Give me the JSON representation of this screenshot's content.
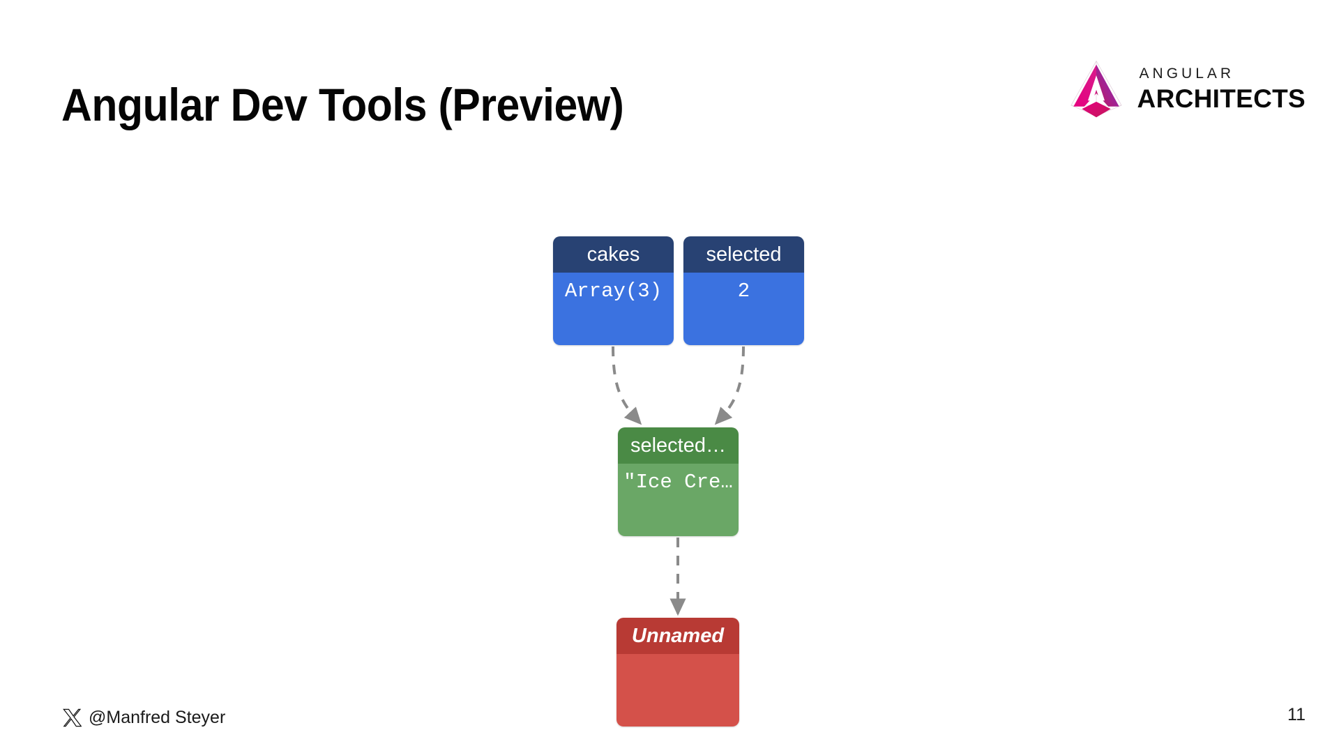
{
  "slide": {
    "title": "Angular Dev Tools (Preview)",
    "page_number": "11"
  },
  "brand": {
    "logo_icon": "angular-architects-logo-icon",
    "line1": "ANGULAR",
    "line2": "ARCHITECTS"
  },
  "footer": {
    "social_icon": "x-twitter-icon",
    "handle": "@Manfred Steyer"
  },
  "graph": {
    "nodes": [
      {
        "id": "cakes",
        "kind": "signal",
        "header": "cakes",
        "value": "Array(3)",
        "header_color": "#284273",
        "body_color": "#3b72e0"
      },
      {
        "id": "selected",
        "kind": "signal",
        "header": "selected",
        "value": "2",
        "header_color": "#284273",
        "body_color": "#3b72e0"
      },
      {
        "id": "selected-computed",
        "kind": "computed",
        "header": "selected…",
        "value": "\"Ice Cre…",
        "header_color": "#4a8a45",
        "body_color": "#6aa766"
      },
      {
        "id": "unnamed",
        "kind": "effect",
        "header": "Unnamed",
        "value": "",
        "header_color": "#b83a34",
        "body_color": "#d4514a"
      }
    ],
    "edges": [
      {
        "from": "cakes",
        "to": "selected-computed",
        "style": "dashed",
        "color": "#8a8a8a"
      },
      {
        "from": "selected",
        "to": "selected-computed",
        "style": "dashed",
        "color": "#8a8a8a"
      },
      {
        "from": "selected-computed",
        "to": "unnamed",
        "style": "dashed",
        "color": "#8a8a8a"
      }
    ]
  }
}
